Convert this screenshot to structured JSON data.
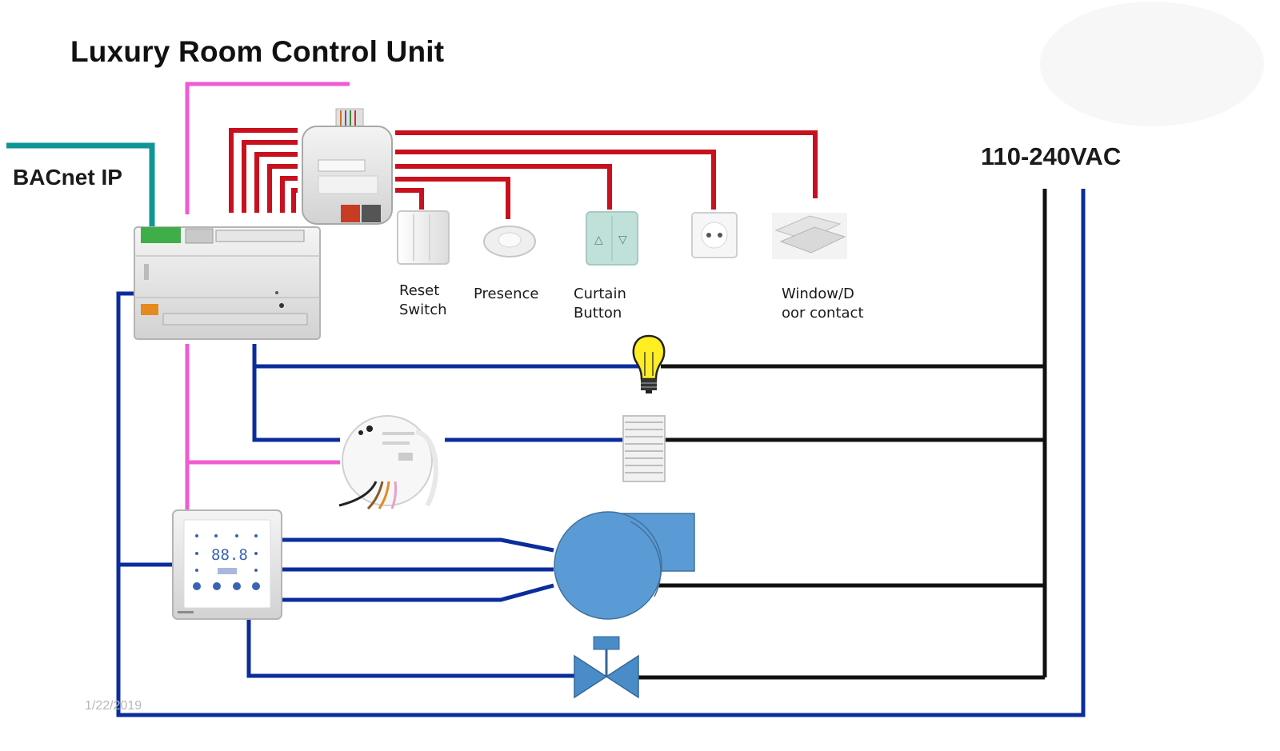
{
  "title": "Luxury Room Control Unit",
  "network_label": "BACnet IP",
  "power_label": "110-240VAC",
  "devices": {
    "reset_switch": [
      "Reset",
      "Switch"
    ],
    "presence": "Presence",
    "curtain_button": [
      "Curtain",
      "Button"
    ],
    "window_door_contact": [
      "Window/D",
      "oor contact"
    ]
  },
  "thermostat_display": "88.8",
  "footer_date": "1/22/2019",
  "colors": {
    "bus_red": "#c8101e",
    "bus_magenta": "#f05bd2",
    "bacnet_teal": "#0f9595",
    "wire_blue": "#0b2d9c",
    "wire_black": "#111111",
    "fan_blue": "#5b9bd5",
    "valve_blue": "#4a8cc7",
    "bulb_yellow": "#ffee22"
  }
}
